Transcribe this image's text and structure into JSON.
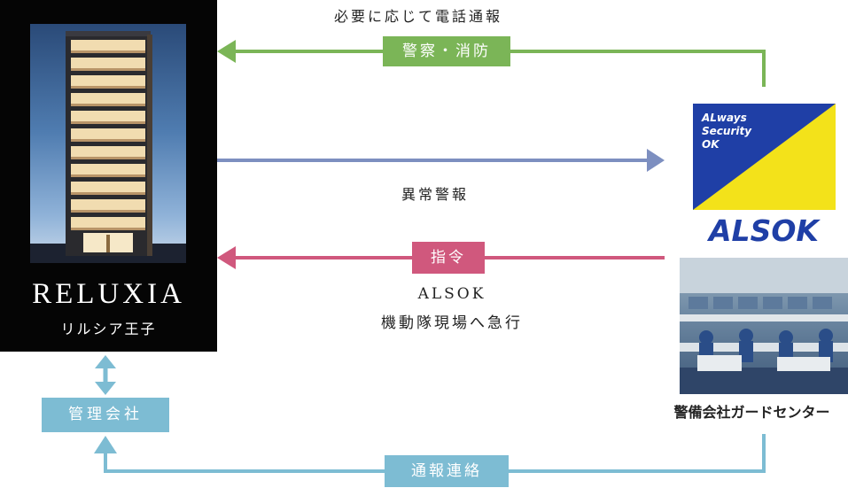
{
  "building": {
    "name": "RELUXIA",
    "subname": "リルシア王子"
  },
  "management_company": "管理会社",
  "flows": {
    "emergency_caption": "必要に応じて電話通報",
    "police_fire": "警察・消防",
    "alarm": "異常警報",
    "order": "指令",
    "dispatch_line1": "ALSOK",
    "dispatch_line2": "機動隊現場へ急行",
    "notify": "通報連絡"
  },
  "alsok": {
    "logo_text_line1": "ALways",
    "logo_text_line2": "Security",
    "logo_text_line3": "OK",
    "wordmark": "ALSOK"
  },
  "security_center": {
    "label": "警備会社ガードセンター"
  },
  "colors": {
    "green": "#7bb557",
    "blue": "#7d8fc0",
    "pink": "#d0587d",
    "light_blue": "#7dbcd3",
    "alsok_blue": "#1f3fa6",
    "alsok_yellow": "#f3e21a"
  }
}
